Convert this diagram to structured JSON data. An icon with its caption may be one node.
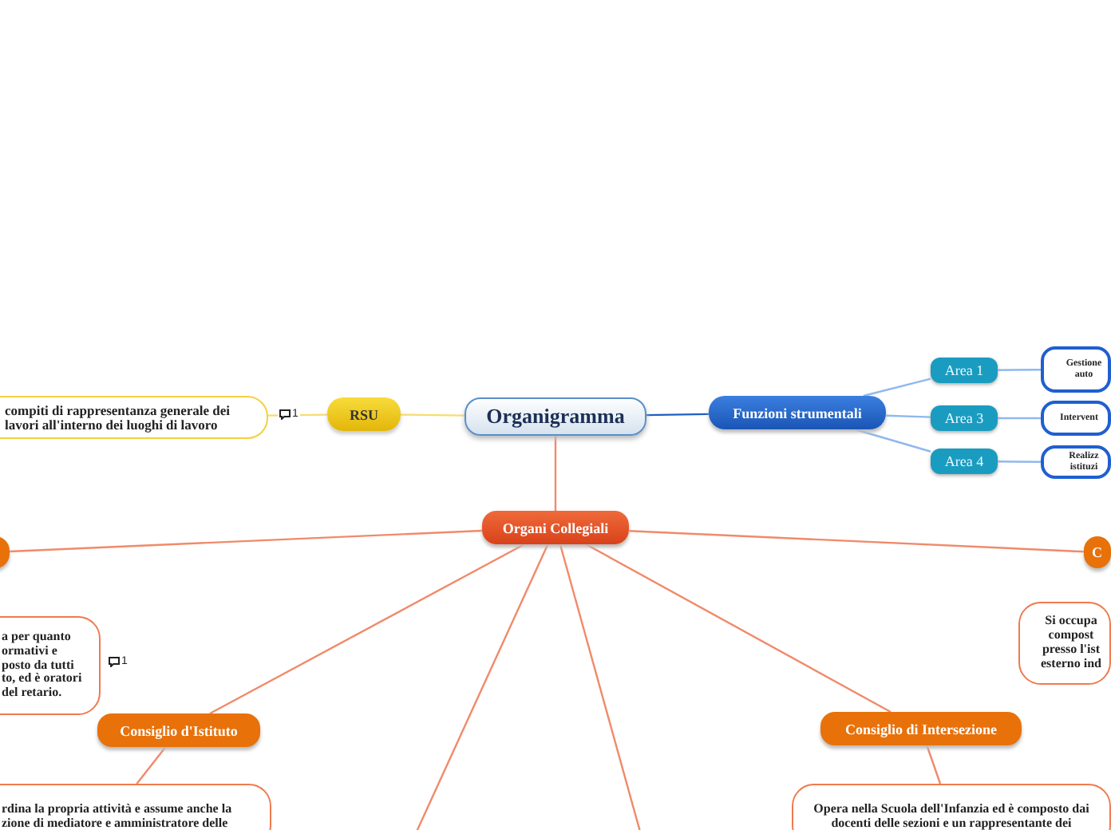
{
  "diagram": {
    "nodes": [
      {
        "text": [
          "Organigramma"
        ]
      },
      {
        "text": [
          "RSU"
        ]
      },
      {
        "text": [
          "compiti di rappresentanza generale dei lavori all'interno dei luoghi di lavoro"
        ]
      },
      {
        "text": [
          "Funzioni strumentali"
        ]
      },
      {
        "text": [
          "Area 1"
        ]
      },
      {
        "text": [
          "Area 3"
        ]
      },
      {
        "text": [
          "Area 4"
        ]
      },
      {
        "text": [
          "Gestione auto"
        ]
      },
      {
        "text": [
          "Intervent"
        ]
      },
      {
        "text": [
          "Realizz istituzi"
        ]
      },
      {
        "text": [
          "Organi Collegiali"
        ]
      },
      {
        "text": [],
        "shape": "box"
      },
      {
        "text": [
          "a per quanto ormativi e posto da tutti to, ed è oratori del retario."
        ]
      },
      {
        "text": [
          "Consiglio d'Istituto"
        ]
      },
      {
        "text": [
          "rdina la propria attività e assume anche la zione di mediatore e amministratore delle"
        ]
      },
      {
        "text": [
          "C"
        ]
      },
      {
        "text": [
          "Si occupa compost presso l'ist esterno ind"
        ]
      },
      {
        "text": [
          "Consiglio di Intersezione"
        ]
      },
      {
        "text": [
          "Opera nella Scuola dell'Infanzia ed è composto dai docenti delle sezioni e un rappresentante dei"
        ]
      }
    ],
    "edges": [
      {
        "from": 0,
        "to": 1,
        "arrow": "none",
        "color": "#f7dc6f"
      },
      {
        "from": 1,
        "to": 2,
        "arrow": "none",
        "color": "#f7dc6f"
      },
      {
        "from": 0,
        "to": 3,
        "arrow": "none",
        "color": "#1f5fbf"
      },
      {
        "from": 3,
        "to": 4,
        "arrow": "none",
        "color": "#8fb8ee"
      },
      {
        "from": 3,
        "to": 5,
        "arrow": "none",
        "color": "#8fb8ee"
      },
      {
        "from": 3,
        "to": 6,
        "arrow": "none",
        "color": "#8fb8ee"
      },
      {
        "from": 4,
        "to": 7,
        "arrow": "none",
        "color": "#8fb8ee"
      },
      {
        "from": 5,
        "to": 8,
        "arrow": "none",
        "color": "#8fb8ee"
      },
      {
        "from": 6,
        "to": 9,
        "arrow": "none",
        "color": "#8fb8ee"
      },
      {
        "from": 0,
        "to": 10,
        "arrow": "none"
      },
      {
        "from": 10,
        "to": 11,
        "arrow": "none"
      },
      {
        "from": 10,
        "to": 13,
        "arrow": "none"
      },
      {
        "from": 10,
        "to": 15,
        "arrow": "none"
      },
      {
        "from": 10,
        "to": 17,
        "arrow": "none"
      },
      {
        "from": 10,
        "to": null,
        "arrow": "none"
      },
      {
        "from": 10,
        "to": null,
        "arrow": "none"
      },
      {
        "from": 13,
        "to": 14,
        "arrow": "none"
      },
      {
        "from": 17,
        "to": 18,
        "arrow": "none"
      }
    ],
    "labels": [
      "1",
      "1"
    ]
  }
}
